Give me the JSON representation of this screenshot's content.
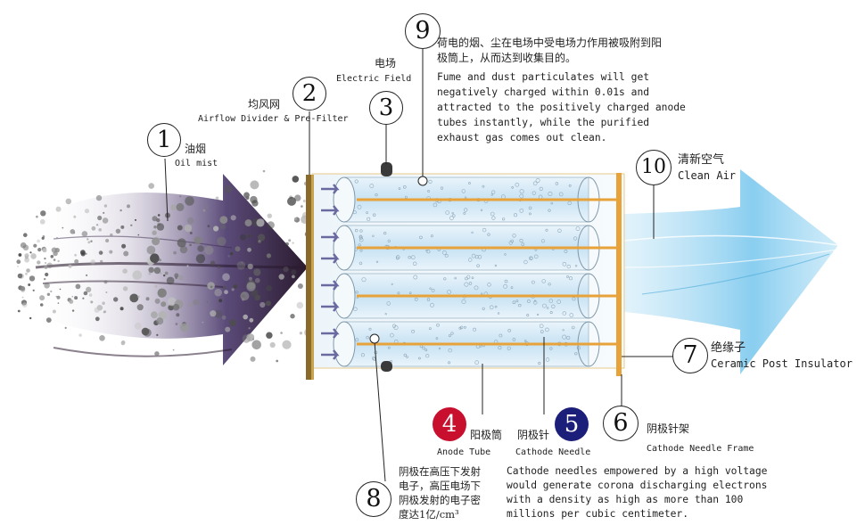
{
  "labels": {
    "n1": {
      "num": "1",
      "zh": "油烟",
      "en": "Oil mist"
    },
    "n2": {
      "num": "2",
      "zh": "均风网",
      "en": "Airflow Divider & Pre-Filter"
    },
    "n3": {
      "num": "3",
      "zh": "电场",
      "en": "Electric Field"
    },
    "n4": {
      "num": "4",
      "zh": "阳极筒",
      "en": "Anode Tube",
      "color": "#c8102e"
    },
    "n5": {
      "num": "5",
      "zh": "阴极针",
      "en": "Cathode Needle",
      "color": "#1c1f7a"
    },
    "n6": {
      "num": "6",
      "zh": "阴极针架",
      "en": "Cathode Needle Frame"
    },
    "n7": {
      "num": "7",
      "zh": "绝缘子",
      "en": "Ceramic Post Insulator"
    },
    "n8": {
      "num": "8",
      "zh": "阴极在高压下发射电子，高压电场下阴极发射的电子密度达1亿/cm³",
      "zh_lines": [
        "阴极在高压下发射",
        "电子，高压电场下",
        "阴极发射的电子密",
        "度达1亿/cm³"
      ],
      "en_lines": [
        "Cathode needles empowered by a high voltage",
        "would generate corona discharging electrons",
        "with a density as high as more than 100",
        "millions per cubic centimeter."
      ]
    },
    "n9": {
      "num": "9",
      "zh_lines": [
        "荷电的烟、尘在电场中受电场力作用被吸附到阳",
        "极筒上，从而达到收集目的。"
      ],
      "en_lines": [
        "Fume and dust particulates will get",
        "negatively charged within 0.01s and",
        "attracted to the positively charged anode",
        "tubes instantly, while the purified",
        "exhaust gas comes out clean."
      ]
    },
    "n10": {
      "num": "10",
      "zh": "清新空气",
      "en": "Clean Air"
    }
  },
  "colors": {
    "incoming_arrow_dark": "#2a1a2e",
    "incoming_arrow_mid": "#5a4a78",
    "clean_air": "#5bb8e6",
    "frame": "#e8a23a",
    "prefilter": "#8a6a2a"
  }
}
